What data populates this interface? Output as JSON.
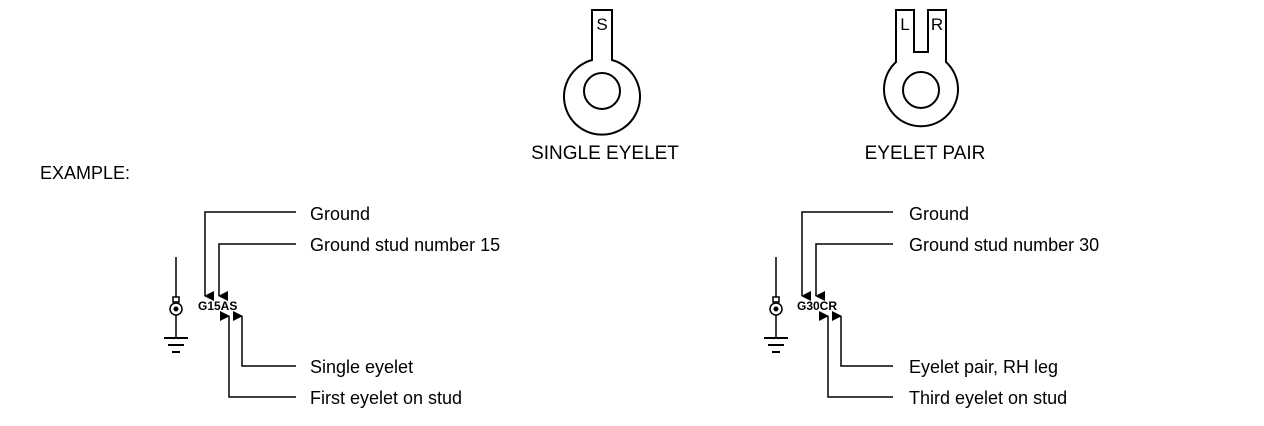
{
  "eyelets": {
    "single": {
      "caption": "SINGLE EYELET",
      "tab": "S"
    },
    "pair": {
      "caption": "EYELET PAIR",
      "left_tab": "L",
      "right_tab": "R"
    }
  },
  "example_label": "EXAMPLE:",
  "examples": [
    {
      "code": "G15AS",
      "labels": {
        "ground": "Ground",
        "stud_number": "Ground stud number 15",
        "eyelet_type": "Single eyelet",
        "eyelet_position": "First eyelet on stud"
      }
    },
    {
      "code": "G30CR",
      "labels": {
        "ground": "Ground",
        "stud_number": "Ground stud number 30",
        "eyelet_type": "Eyelet pair, RH leg",
        "eyelet_position": "Third eyelet on stud"
      }
    }
  ]
}
